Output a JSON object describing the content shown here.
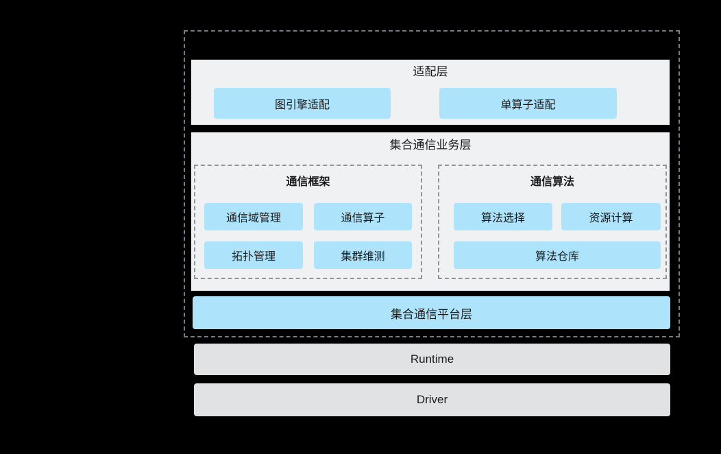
{
  "colors": {
    "background": "#000000",
    "panel_bg": "#f0f1f3",
    "accent_blue": "#aee4fb",
    "bar_gray": "#e1e2e4",
    "outer_dash": "#747c85",
    "inner_dash": "#8f949b",
    "text": "#1a1a1a"
  },
  "diagram": {
    "adapter_layer": {
      "title": "适配层",
      "items": [
        {
          "label": "图引擎适配"
        },
        {
          "label": "单算子适配"
        }
      ]
    },
    "business_layer": {
      "title": "集合通信业务层",
      "groups": [
        {
          "title": "通信框架",
          "items": [
            "通信域管理",
            "通信算子",
            "拓扑管理",
            "集群维测"
          ]
        },
        {
          "title": "通信算法",
          "items": [
            "算法选择",
            "资源计算",
            "算法仓库"
          ]
        }
      ]
    },
    "platform_layer": {
      "title": "集合通信平台层"
    },
    "runtime_layer": {
      "title": "Runtime"
    },
    "driver_layer": {
      "title": "Driver"
    }
  }
}
